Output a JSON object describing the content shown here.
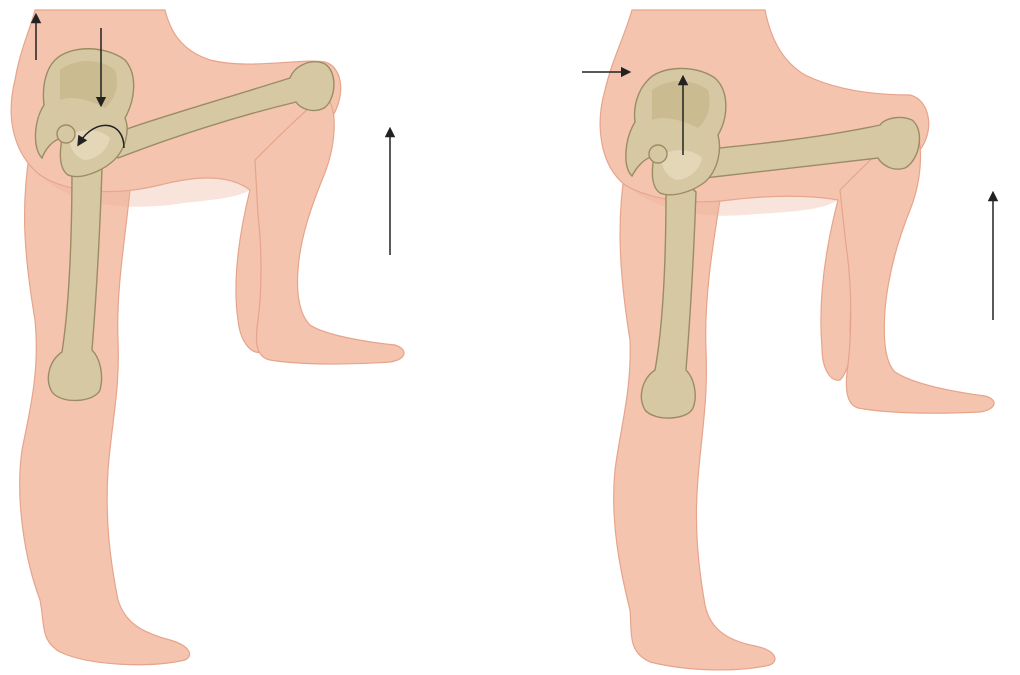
{
  "figure": {
    "panels": [
      {
        "id": "left",
        "arrows": [
          "arrow-up-small",
          "arrow-down",
          "arrow-curved-rotation",
          "arrow-up-long"
        ]
      },
      {
        "id": "right",
        "arrows": [
          "arrow-right",
          "arrow-up-pelvis",
          "arrow-up-long"
        ]
      }
    ],
    "colors": {
      "skin": "#f5c4ae",
      "skin_outline": "#e6a48b",
      "bone": "#d6c8a3",
      "bone_outline": "#9b8c64",
      "arrow": "#222222"
    }
  }
}
